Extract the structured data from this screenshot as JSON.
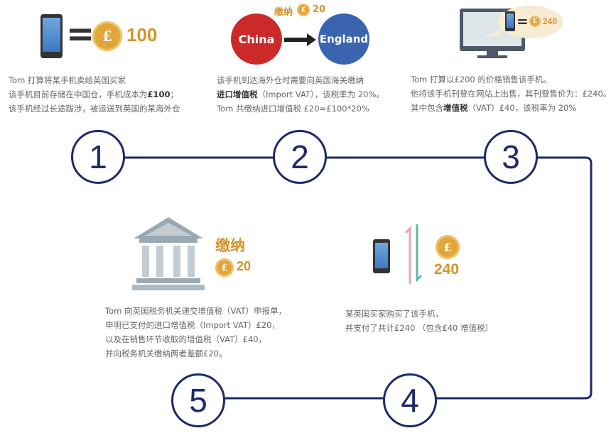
{
  "step1": {
    "equals": "=",
    "coin_symbol": "£",
    "amount": "100",
    "lines": [
      "Tom 打算将某手机卖给英国买家",
      "该手机目前存储在中国仓，手机成本为",
      "£100",
      "；",
      "该手机经过长途跋涉，被运送到英国的某海外仓"
    ]
  },
  "step2": {
    "pay_label": "缴纳",
    "coin_symbol": "£",
    "pay_amount": "20",
    "from": "China",
    "to": "England",
    "line1": "该手机到达海外仓时需要向英国海关缴纳",
    "line2_bold": "进口增值税",
    "line2_rest": "（Import VAT），该税率为 20%。",
    "line3": "Tom 共缴纳进口增值税 £20=£100*20%"
  },
  "step3": {
    "equals": "=",
    "coin_symbol": "£",
    "bubble_amount": "240",
    "line1": "Tom 打算以£200 的价格销售该手机。",
    "line2": "他将该手机刊登在网站上出售，其刊登售价为：£240。",
    "line3_pre": "其中包含",
    "line3_bold": "增值税",
    "line3_post": "（VAT）£40，该税率为 20%"
  },
  "step4": {
    "coin_symbol": "£",
    "amount": "240",
    "line1": "某英国买家购买了该手机，",
    "line2": "并支付了共计£240 （包含£40 增值税）"
  },
  "step5": {
    "pay_label": "缴纳",
    "coin_symbol": "£",
    "pay_amount": "20",
    "line1": "Tom 向英国税务机关递交增值税（VAT）申报单，",
    "line2": "申明已支付的进口增值税（Import VAT）£20，",
    "line3": "以及在销售环节收取的增值税（VAT）£40，",
    "line4": "并向税务机关缴纳两者差额£20。"
  },
  "numbers": [
    "1",
    "2",
    "3",
    "4",
    "5"
  ],
  "colors": {
    "navy": "#1c2a6b",
    "gold": "#e2a53a",
    "china_red": "#cc2a2a",
    "england_blue": "#3a64b0"
  }
}
